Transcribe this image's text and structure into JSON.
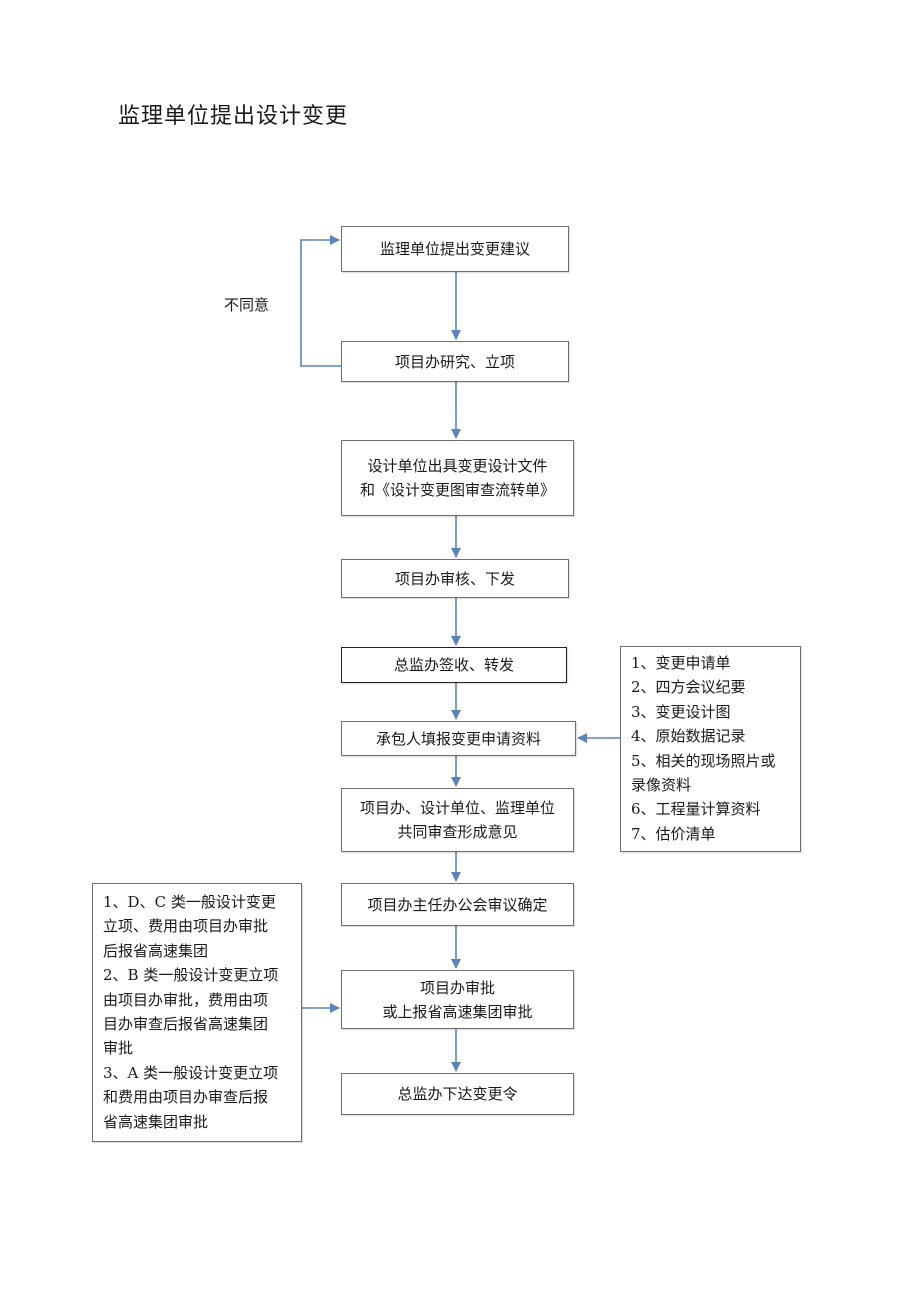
{
  "title": "监理单位提出设计变更",
  "reject_label": "不同意",
  "steps": [
    {
      "lines": [
        "监理单位提出变更建议"
      ]
    },
    {
      "lines": [
        "项目办研究、立项"
      ]
    },
    {
      "lines": [
        "设计单位出具变更设计文件",
        "和《设计变更图审查流转单》"
      ]
    },
    {
      "lines": [
        "项目办审核、下发"
      ]
    },
    {
      "lines": [
        "总监办签收、转发"
      ]
    },
    {
      "lines": [
        "承包人填报变更申请资料"
      ]
    },
    {
      "lines": [
        "项目办、设计单位、监理单位",
        "共同审查形成意见"
      ]
    },
    {
      "lines": [
        "项目办主任办公会审议确定"
      ]
    },
    {
      "lines": [
        "项目办审批",
        "或上报省高速集团审批"
      ]
    },
    {
      "lines": [
        "总监办下达变更令"
      ]
    }
  ],
  "materials_note": {
    "lines": [
      "1、变更申请单",
      "2、四方会议纪要",
      "3、变更设计图",
      "4、原始数据记录",
      "5、相关的现场照片或",
      "录像资料",
      "6、工程量计算资料",
      "7、估价清单"
    ]
  },
  "approval_note": {
    "lines": [
      "1、D、C 类一般设计变更",
      "立项、费用由项目办审批",
      "后报省高速集团",
      "2、B 类一般设计变更立项",
      "由项目办审批，费用由项",
      "目办审查后报省高速集团",
      "审批",
      "3、A 类一般设计变更立项",
      "和费用由项目办审查后报",
      "省高速集团审批"
    ]
  },
  "colors": {
    "arrow": "#5b84b8",
    "border": "#6f6f6f"
  }
}
